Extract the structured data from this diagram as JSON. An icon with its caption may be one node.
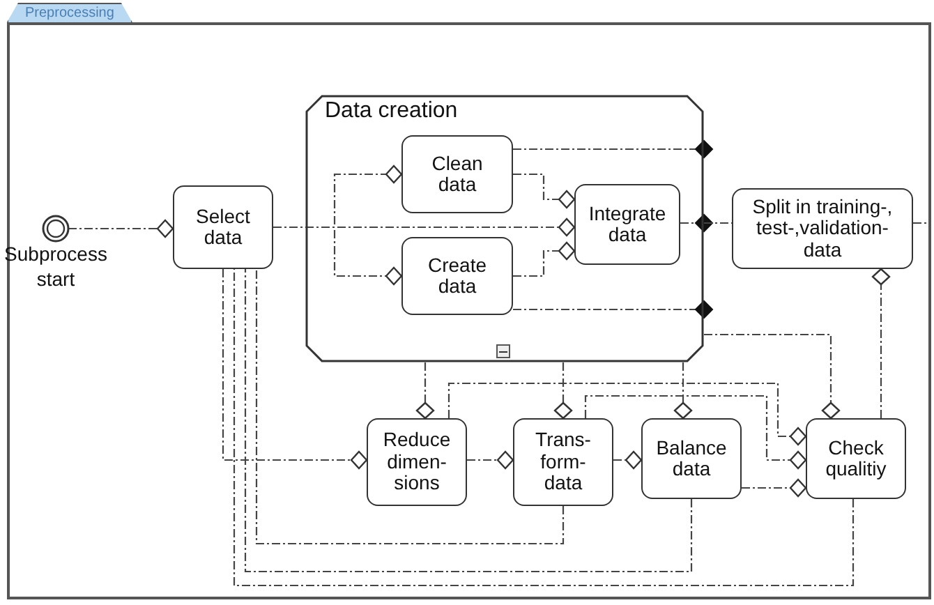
{
  "diagram": {
    "nodes": [
      {
        "text": [
          "Preprocessing"
        ]
      },
      {
        "text": [
          "Subprocess start"
        ],
        "in": 0
      },
      {
        "text": [
          "Select data"
        ],
        "in": 0
      },
      {
        "text": [
          "Data creation"
        ],
        "in": 0
      },
      {
        "text": [
          "Clean data"
        ],
        "in": 3
      },
      {
        "text": [
          "Create data"
        ],
        "in": 3
      },
      {
        "text": [
          "Integrate data"
        ],
        "in": 3
      },
      {
        "text": [
          "Split in training-, test-,validation- data"
        ],
        "in": 0
      },
      {
        "text": [
          "Reduce dimen- sions"
        ],
        "in": 0
      },
      {
        "text": [
          "Trans- form- data"
        ],
        "in": 0
      },
      {
        "text": [
          "Balance data"
        ],
        "in": 0
      },
      {
        "text": [
          "Check qualitiy"
        ],
        "in": 0
      }
    ],
    "edges": [
      {
        "from": 1,
        "to": 2,
        "arrow": "other"
      },
      {
        "from": 2,
        "to": 4,
        "arrow": "other"
      },
      {
        "from": 2,
        "to": 5,
        "arrow": "other"
      },
      {
        "from": 2,
        "to": 6,
        "arrow": "other"
      },
      {
        "from": 4,
        "to": 6,
        "arrow": "other"
      },
      {
        "from": 5,
        "to": 6,
        "arrow": "other"
      },
      {
        "from": 4,
        "to": 3,
        "arrow": "other"
      },
      {
        "from": 6,
        "to": 3,
        "arrow": "other"
      },
      {
        "from": 5,
        "to": 3,
        "arrow": "other"
      },
      {
        "from": 3,
        "to": 7,
        "arrow": "none"
      },
      {
        "from": 7,
        "to": null,
        "arrow": "none"
      },
      {
        "from": 11,
        "to": 7,
        "arrow": "other"
      },
      {
        "from": 2,
        "to": 8,
        "arrow": "other"
      },
      {
        "from": 3,
        "to": 8,
        "arrow": "other"
      },
      {
        "from": 8,
        "to": 9,
        "arrow": "other"
      },
      {
        "from": 3,
        "to": 9,
        "arrow": "other"
      },
      {
        "from": 9,
        "to": 10,
        "arrow": "other"
      },
      {
        "from": 3,
        "to": 10,
        "arrow": "other"
      },
      {
        "from": 3,
        "to": 11,
        "arrow": "other"
      },
      {
        "from": 10,
        "to": 11,
        "arrow": "other"
      },
      {
        "from": 8,
        "to": 11,
        "arrow": "other"
      },
      {
        "from": 9,
        "to": 11,
        "arrow": "other"
      },
      {
        "from": 11,
        "to": 2,
        "arrow": "none"
      },
      {
        "from": 10,
        "to": 2,
        "arrow": "none"
      },
      {
        "from": 9,
        "to": 2,
        "arrow": "none"
      }
    ]
  }
}
